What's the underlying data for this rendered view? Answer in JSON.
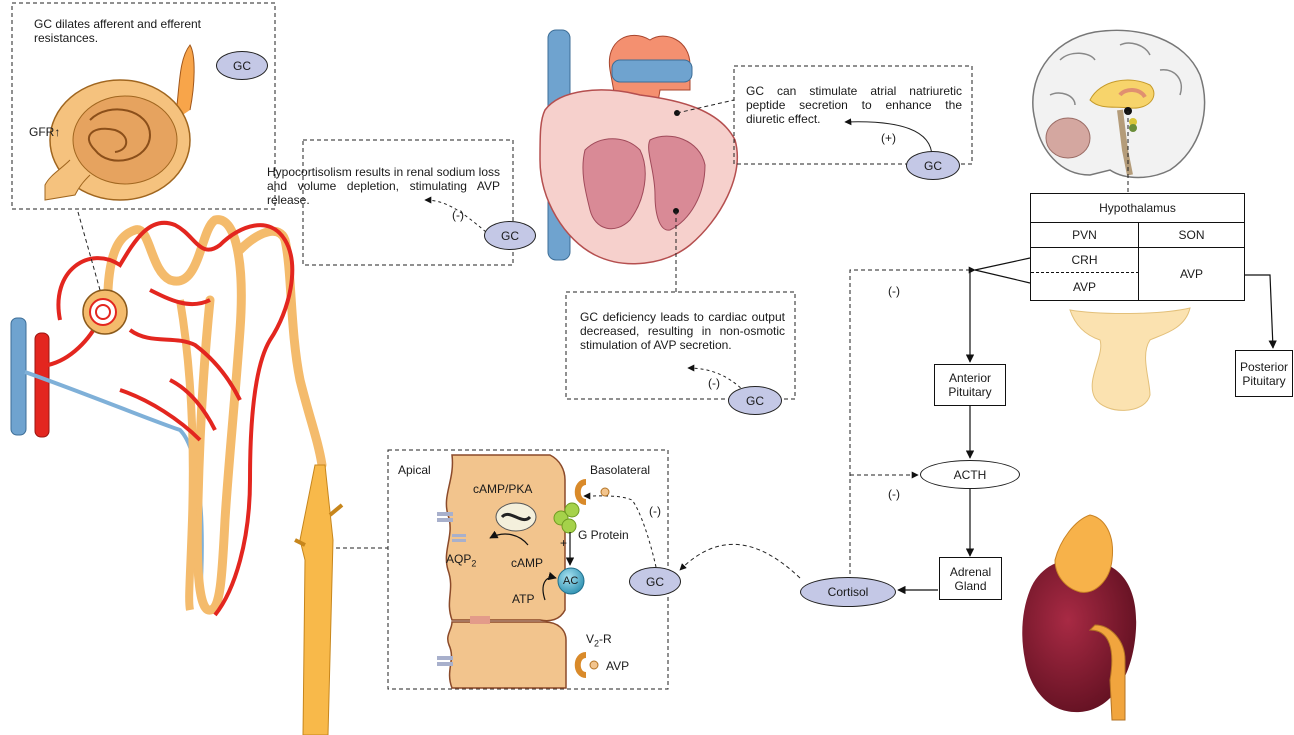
{
  "callouts": {
    "kidney_gc": "GC dilates afferent and efferent resistances.",
    "gfr": "GFR↑",
    "hypocortisolism": "Hypocortisolism results in renal sodium loss and volume depletion, stimulating AVP release.",
    "anp": "GC can stimulate atrial natriuretic peptide secretion to enhance the diuretic effect.",
    "cardiac": "GC deficiency leads to cardiac output decreased, resulting in non-osmotic stimulation of AVP secretion."
  },
  "signs": {
    "minus": "(-)",
    "plus_paren": "(+)",
    "plus": "+"
  },
  "gc_label": "GC",
  "hypothalamus": {
    "title": "Hypothalamus",
    "pvn": "PVN",
    "son": "SON",
    "crh": "CRH",
    "avp_left": "AVP",
    "avp_right": "AVP"
  },
  "pituitary": {
    "anterior": "Anterior Pituitary",
    "posterior": "Posterior Pituitary"
  },
  "axis": {
    "acth": "ACTH",
    "adrenal": "Adrenal Gland",
    "cortisol": "Cortisol"
  },
  "cell": {
    "apical": "Apical",
    "basolateral": "Basolateral",
    "camp_pka": "cAMP/PKA",
    "aqp": "AQP",
    "aqp_sub": "2",
    "camp": "cAMP",
    "g_protein": "G Protein",
    "ac": "AC",
    "atp": "ATP",
    "v2r": "V",
    "v2r_sub": "2",
    "v2r_suffix": "-R",
    "avp": "AVP"
  },
  "colors": {
    "gc_fill": "#c4c8e6",
    "vessel_red": "#e3261f",
    "tubule": "#f4bb6c",
    "vein_blue": "#6fa3cf",
    "cell_fill": "#f2c48d"
  }
}
